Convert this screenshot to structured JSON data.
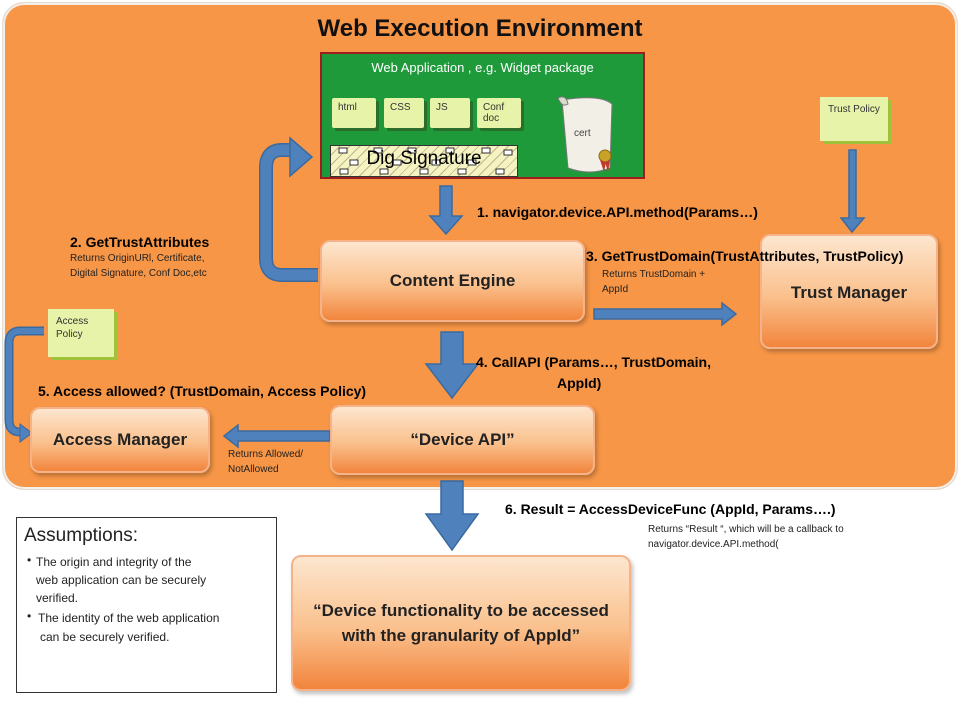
{
  "title": "Web Execution Environment",
  "web_app": {
    "title": "Web Application , e.g. Widget package",
    "files": [
      "html",
      "CSS",
      "JS",
      "Conf doc"
    ],
    "cert": "cert",
    "signature": "Dig Signature"
  },
  "trust_policy": "Trust Policy",
  "access_policy": "Access Policy",
  "boxes": {
    "content_engine": "Content Engine",
    "trust_manager": "Trust Manager",
    "device_api": "“Device API”",
    "access_manager": "Access Manager",
    "device_functionality": "“Device functionality  to be accessed with the granularity of AppId”"
  },
  "steps": {
    "s1": "1. navigator.device.API.method(Params…)",
    "s2_title": "2. GetTrustAttributes",
    "s2_desc_line1": "Returns OriginURl, Certificate,",
    "s2_desc_line2": "Digital Signature, Conf Doc,etc",
    "s3_title": "3. GetTrustDomain(TrustAttributes, TrustPolicy)",
    "s3_desc_line1": "Returns TrustDomain +",
    "s3_desc_line2": "AppId",
    "s4_line1": "4. CallAPI (Params…, TrustDomain,",
    "s4_line2": "AppId)",
    "s5_title": "5. Access allowed? (TrustDomain, Access Policy)",
    "s5_desc_line1": "Returns  Allowed/",
    "s5_desc_line2": "NotAllowed",
    "s6_title": "6. Result = AccessDeviceFunc (AppId, Params….)",
    "s6_desc_line1": "Returns  “Result “, which will be a callback to",
    "s6_desc_line2": "navigator.device.API.method("
  },
  "assumptions": {
    "heading": "Assumptions:",
    "item1_line1": "The origin and integrity of the",
    "item1_line2": "web application can be securely",
    "item1_line3": "verified.",
    "item2_line1": "The identity of the web application",
    "item2_line2": "can be securely verified."
  },
  "colors": {
    "environment": "#f79646",
    "web_app": "#1f9a3a",
    "arrow": "#4f81bd"
  }
}
